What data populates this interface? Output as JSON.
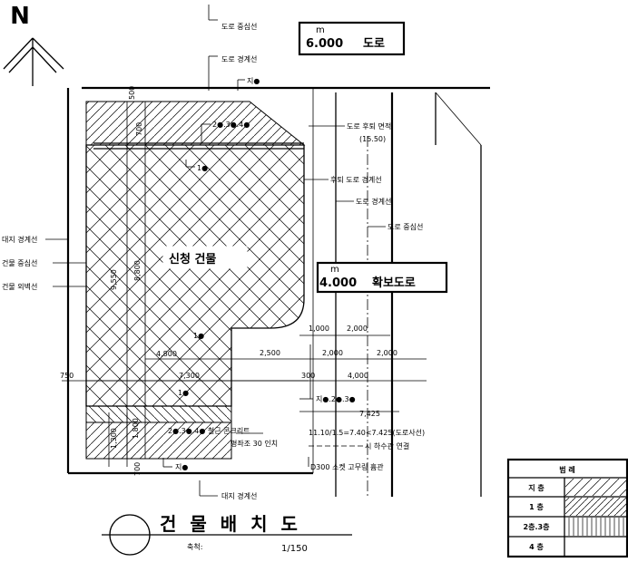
{
  "north": "N",
  "callouts": {
    "road_center_top": "도로 중심선",
    "road_boundary_top": "도로 경계선",
    "ji_top": "지●",
    "floor_234_top": "2●.3●.4●",
    "floor_1_top": "1●",
    "road_cut_area": "도로 후퇴 면적",
    "road_cut_value": "(15.50)",
    "setback_boundary": "후퇴 도로 경계선",
    "road_boundary_right": "도로 경계선",
    "road_center_right": "도로 중심선",
    "site_boundary_left": "대지 경계선",
    "building_center_left": "건물 중심선",
    "building_wall_left": "건물 외벽선",
    "floor_1_mid": "1●",
    "floor_1_low": "1●",
    "ji_234_right": "지●.2●.3●",
    "concrete_line1": "2●.3●.4● 철근 콘크리트",
    "concrete_line2": "평좌조 30 인치",
    "sewer": "시 하수관 연결",
    "pipe": "D300 소켓 고무링 흄관",
    "ji_bottom": "지●",
    "site_boundary_bottom": "대지 경계선"
  },
  "roads": {
    "top_width": "6.000",
    "top_unit": "m",
    "top_label": "도로",
    "right_width": "4.000",
    "right_unit": "m",
    "right_label": "확보도로"
  },
  "building_label": "신청 건물",
  "dimensions": {
    "d500": "500",
    "d700_top": "700",
    "d9550": "9,550",
    "d8800": "8,800",
    "d4800": "4,800",
    "d7300": "7,300",
    "d750": "750",
    "d1300": "1,300",
    "d1800": "1,800",
    "d700_bottom": "700",
    "d1000": "1,000",
    "d2000_a": "2,000",
    "d2500": "2,500",
    "d2000_b": "2,000",
    "d2000_c": "2,000",
    "d300": "300",
    "d4000": "4,000",
    "d7425": "7,425"
  },
  "formula": "11.10/1.5=7.40<7.425(도로사선)",
  "title": {
    "text": "건 물 배 치 도",
    "scale_label": "축척:",
    "scale_value": "1/150"
  },
  "legend": {
    "header": "범 례",
    "rows": [
      {
        "label": "지 층",
        "pattern": "hatch-diag"
      },
      {
        "label": "1 층",
        "pattern": "hatch-diag-dense"
      },
      {
        "label": "2층.3층",
        "pattern": "hatch-vert"
      },
      {
        "label": "4 층",
        "pattern": "blank"
      }
    ]
  }
}
